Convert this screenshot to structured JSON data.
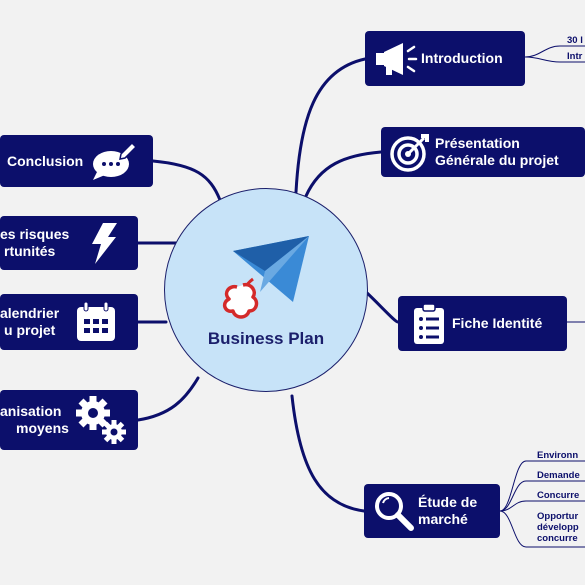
{
  "central": {
    "title": "Business Plan"
  },
  "branches": {
    "introduction": {
      "label": "Introduction"
    },
    "presentation": {
      "line1": "Présentation",
      "line2": "Générale du projet"
    },
    "fiche": {
      "label": "Fiche Identité"
    },
    "etude": {
      "line1": "Étude de",
      "line2": "marché"
    },
    "conclusion": {
      "label": "Conclusion"
    },
    "risques": {
      "line1": "es risques",
      "line2": "rtunités"
    },
    "calendrier": {
      "line1": "alendrier",
      "line2": "u projet"
    },
    "organisation": {
      "line1": "anisation",
      "line2": "moyens"
    }
  },
  "leaves": {
    "intro_1": "30 l",
    "intro_2": "Intr",
    "etude_1": "Environn",
    "etude_2": "Demande",
    "etude_3": "Concurre",
    "etude_4a": "Opportur",
    "etude_4b": "développ",
    "etude_4c": "concurre"
  },
  "colors": {
    "node": "#0c0f6b",
    "hub": "#c7e3f8",
    "accent": "#d42a2a",
    "plane": "#2f7fc8"
  }
}
